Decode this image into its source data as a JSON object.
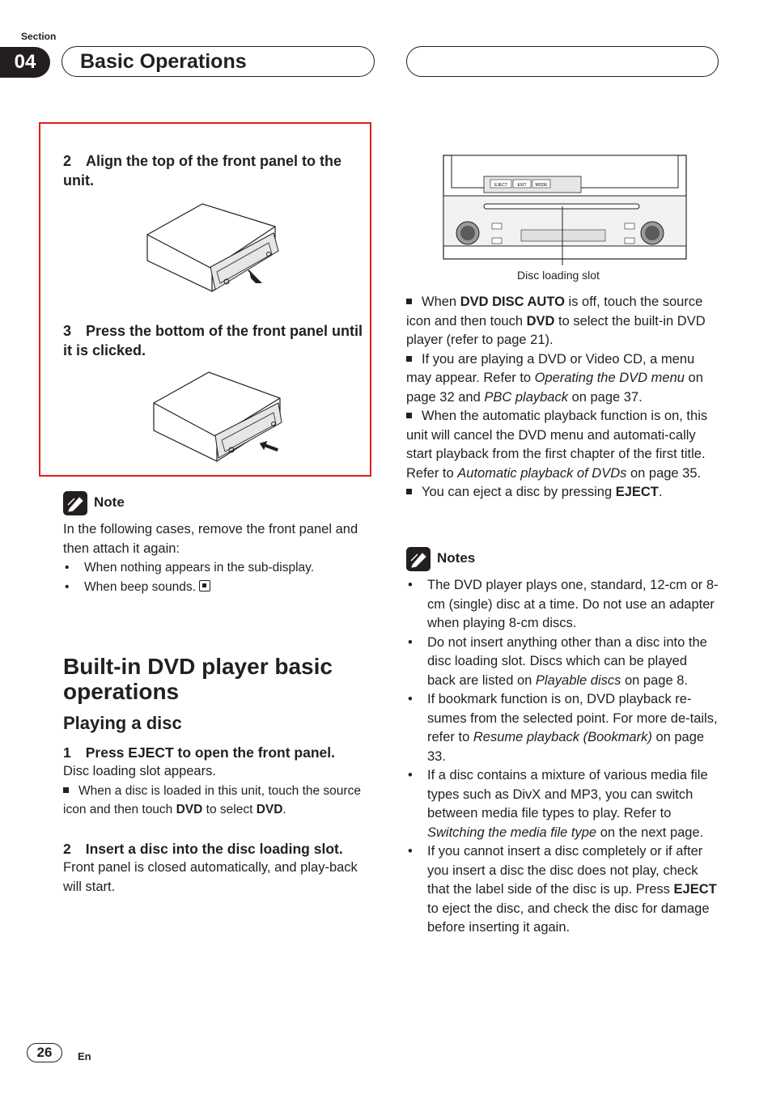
{
  "header": {
    "section_label": "Section",
    "section_number": "04",
    "title": "Basic Operations"
  },
  "redbox": {
    "step2": {
      "num": "2",
      "text": "Align the top of the front panel to the unit."
    },
    "step3": {
      "num": "3",
      "text": "Press the bottom of the front panel until it is clicked."
    }
  },
  "note": {
    "heading": "Note",
    "intro": "In the following cases, remove the front panel and then attach it again:",
    "bullets": [
      "When nothing appears in the sub-display.",
      "When beep sounds."
    ]
  },
  "section": {
    "title_line1": "Built-in DVD player basic",
    "title_line2": "operations",
    "subtitle": "Playing a disc",
    "step1": {
      "num": "1",
      "text": "Press EJECT to open the front panel.",
      "result": "Disc loading slot appears."
    },
    "step1_bullet": {
      "a": "When a disc is loaded in this unit, touch the source icon and then touch ",
      "b": "DVD",
      "c": " to select ",
      "d": "DVD",
      "e": "."
    },
    "step2": {
      "num": "2",
      "text": "Insert a disc into the disc loading slot.",
      "result": "Front panel is closed automatically, and play-back will start."
    }
  },
  "right": {
    "figure_caption": "Disc loading slot",
    "unit_buttons": [
      "EJECT",
      "EXIT",
      "MODE"
    ],
    "bullets": [
      {
        "a": "When ",
        "b": "DVD DISC AUTO",
        "c": " is off, touch the source icon and then touch ",
        "d": "DVD",
        "e": " to select the built-in DVD player (refer to page 21)."
      },
      {
        "a": "If you are playing a DVD or Video CD, a menu may appear. Refer to ",
        "i1": "Operating the DVD menu",
        "b": " on page 32 and ",
        "i2": "PBC playback",
        "c": " on page 37."
      },
      {
        "a": "When the automatic playback function is on, this unit will cancel the DVD menu and automati-cally start playback from the first chapter of the first title. Refer to ",
        "i1": "Automatic playback of DVDs",
        "b": " on page 35."
      },
      {
        "a": "You can eject a disc by pressing ",
        "b": "EJECT",
        "c": "."
      }
    ],
    "notes_heading": "Notes",
    "notes": [
      {
        "a": "The DVD player plays one, standard, 12-cm or 8-cm (single) disc at a time. Do not use an adapter when playing 8-cm discs."
      },
      {
        "a": "Do not insert anything other than a disc into the disc loading slot. Discs which can be played back are listed on ",
        "i": "Playable discs",
        "b": " on page 8."
      },
      {
        "a": "If bookmark function is on, DVD playback re-sumes from the selected point. For more de-tails, refer to ",
        "i": "Resume playback (Bookmark)",
        "b": " on page 33."
      },
      {
        "a": "If a disc contains a mixture of various media file types such as DivX and MP3, you can switch between media file types to play. Refer to ",
        "i": "Switching the media file type",
        "b": " on the next page."
      },
      {
        "a": "If you cannot insert a disc completely or if after you insert a disc the disc does not play, check that the label side of the disc is up. Press ",
        "bold": "EJECT",
        "b": " to eject the disc, and check the disc for damage before inserting it again."
      }
    ]
  },
  "footer": {
    "page_number": "26",
    "language": "En"
  }
}
